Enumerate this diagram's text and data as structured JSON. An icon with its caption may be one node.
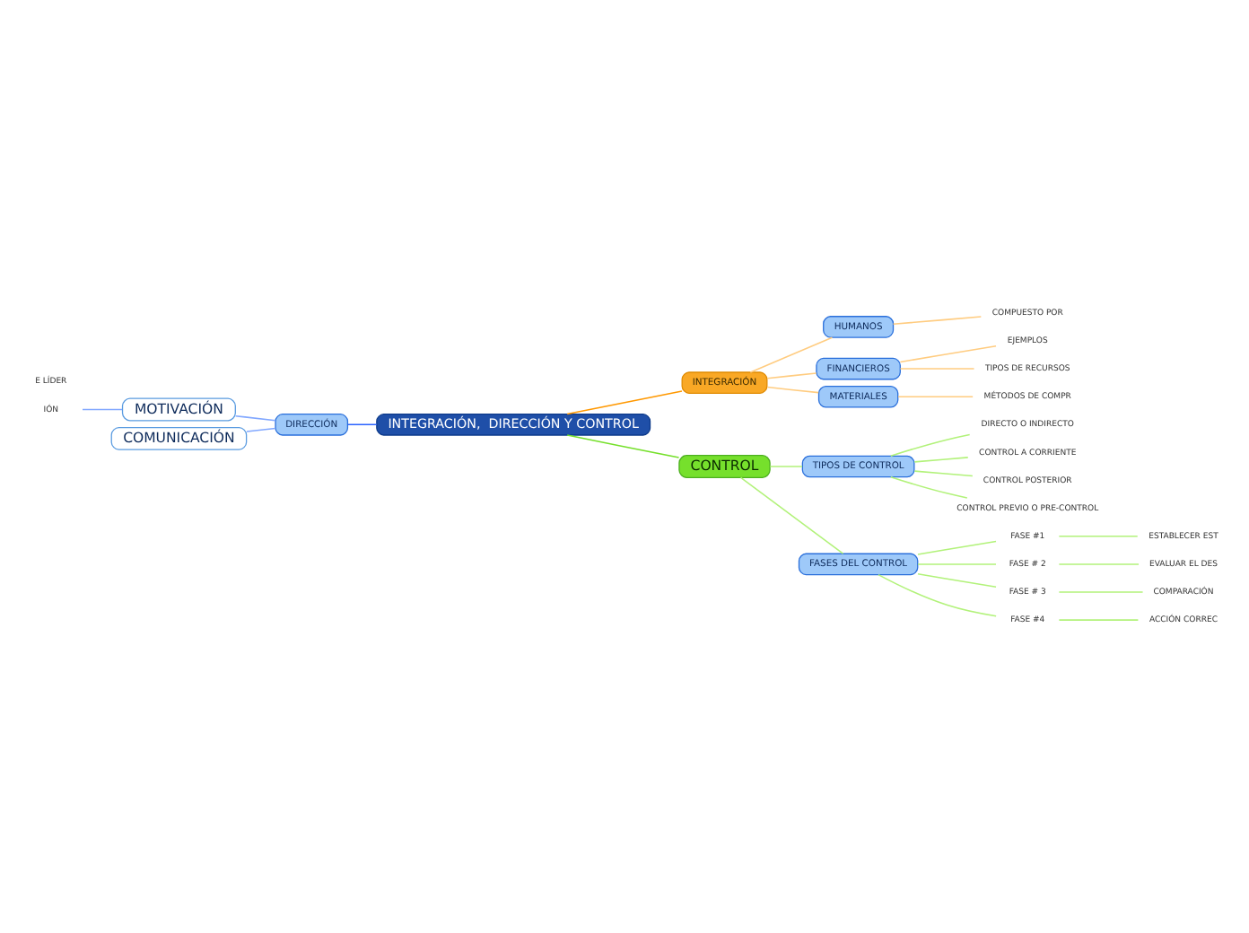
{
  "diagram": {
    "nodes": [
      {
        "text": [
          "INTEGRACIÓN,  DIRECCIÓN Y CONTROL"
        ]
      },
      {
        "text": [
          "DIRECCIÓN"
        ]
      },
      {
        "text": [
          "MOTIVACIÓN"
        ]
      },
      {
        "text": [
          "COMUNICACIÓN"
        ]
      },
      {
        "text": [
          "E LÍDER"
        ]
      },
      {
        "text": [
          "IÓN"
        ]
      },
      {
        "text": [
          "INTEGRACIÓN"
        ]
      },
      {
        "text": [
          "HUMANOS"
        ]
      },
      {
        "text": [
          "COMPUESTO POR"
        ]
      },
      {
        "text": [
          "FINANCIEROS"
        ]
      },
      {
        "text": [
          "EJEMPLOS"
        ]
      },
      {
        "text": [
          "TIPOS DE RECURSOS"
        ]
      },
      {
        "text": [
          "MATERIALES"
        ]
      },
      {
        "text": [
          "MÉTODOS DE COMPR"
        ]
      },
      {
        "text": [
          "CONTROL"
        ]
      },
      {
        "text": [
          "TIPOS DE CONTROL"
        ]
      },
      {
        "text": [
          "DIRECTO O INDIRECTO"
        ]
      },
      {
        "text": [
          "CONTROL A CORRIENTE"
        ]
      },
      {
        "text": [
          "CONTROL POSTERIOR"
        ]
      },
      {
        "text": [
          "CONTROL PREVIO O PRE-CONTROL"
        ]
      },
      {
        "text": [
          "FASES DEL CONTROL"
        ]
      },
      {
        "text": [
          "FASE #1"
        ]
      },
      {
        "text": [
          "ESTABLECER EST"
        ]
      },
      {
        "text": [
          "FASE # 2"
        ]
      },
      {
        "text": [
          "EVALUAR EL DES"
        ]
      },
      {
        "text": [
          "FASE # 3"
        ]
      },
      {
        "text": [
          "COMPARACIÓN"
        ]
      },
      {
        "text": [
          "FASE #4"
        ]
      },
      {
        "text": [
          "ACCIÓN CORREC"
        ]
      }
    ],
    "edges": [
      {
        "from": 0,
        "to": 1,
        "arrow": "none",
        "color": "#2962ff"
      },
      {
        "from": 1,
        "to": 2,
        "arrow": "none",
        "color": "#82a8ff"
      },
      {
        "from": 1,
        "to": 3,
        "arrow": "none",
        "color": "#82a8ff"
      },
      {
        "from": 2,
        "to": 5,
        "arrow": "none",
        "color": "#82a8ff"
      },
      {
        "from": 0,
        "to": 6,
        "arrow": "none",
        "color": "#ff9800"
      },
      {
        "from": 6,
        "to": 7,
        "arrow": "none",
        "color": "#ffcc80"
      },
      {
        "from": 7,
        "to": 8,
        "arrow": "none",
        "color": "#ffcc80"
      },
      {
        "from": 6,
        "to": 9,
        "arrow": "none",
        "color": "#ffcc80"
      },
      {
        "from": 9,
        "to": 10,
        "arrow": "none",
        "color": "#ffcc80"
      },
      {
        "from": 9,
        "to": 11,
        "arrow": "none",
        "color": "#ffcc80"
      },
      {
        "from": 6,
        "to": 12,
        "arrow": "none",
        "color": "#ffcc80"
      },
      {
        "from": 12,
        "to": 13,
        "arrow": "none",
        "color": "#ffcc80"
      },
      {
        "from": 0,
        "to": 14,
        "arrow": "none",
        "color": "#76e02c"
      },
      {
        "from": 14,
        "to": 15,
        "arrow": "none",
        "color": "#b2f27a"
      },
      {
        "from": 15,
        "to": 16,
        "arrow": "none",
        "color": "#b2f27a"
      },
      {
        "from": 15,
        "to": 17,
        "arrow": "none",
        "color": "#b2f27a"
      },
      {
        "from": 15,
        "to": 18,
        "arrow": "none",
        "color": "#b2f27a"
      },
      {
        "from": 15,
        "to": 19,
        "arrow": "none",
        "color": "#b2f27a"
      },
      {
        "from": 14,
        "to": 20,
        "arrow": "none",
        "color": "#b2f27a"
      },
      {
        "from": 20,
        "to": 21,
        "arrow": "none",
        "color": "#b2f27a"
      },
      {
        "from": 21,
        "to": 22,
        "arrow": "none",
        "color": "#b2f27a"
      },
      {
        "from": 20,
        "to": 23,
        "arrow": "none",
        "color": "#b2f27a"
      },
      {
        "from": 23,
        "to": 24,
        "arrow": "none",
        "color": "#b2f27a"
      },
      {
        "from": 20,
        "to": 25,
        "arrow": "none",
        "color": "#b2f27a"
      },
      {
        "from": 25,
        "to": 26,
        "arrow": "none",
        "color": "#b2f27a"
      },
      {
        "from": 20,
        "to": 27,
        "arrow": "none",
        "color": "#b2f27a"
      },
      {
        "from": 27,
        "to": 28,
        "arrow": "none",
        "color": "#b2f27a"
      }
    ]
  }
}
